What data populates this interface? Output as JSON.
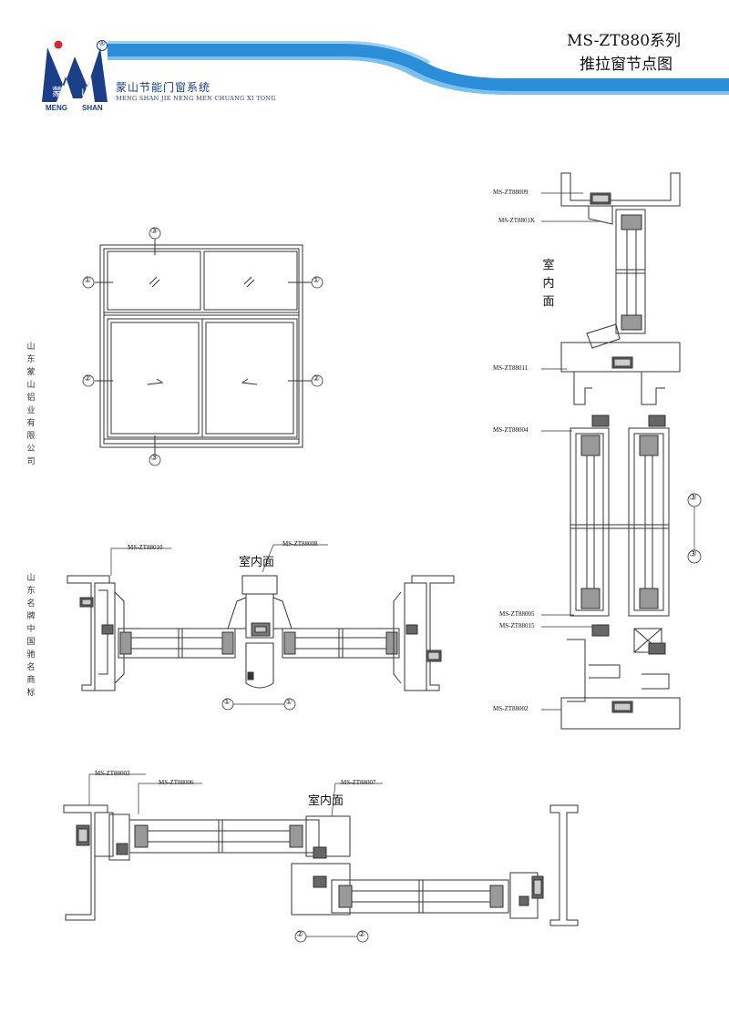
{
  "header": {
    "brand_cn_1": "蒙",
    "brand_cn_2": "山",
    "brand_en_1": "MENG",
    "brand_en_2": "SHAN",
    "registered": "®",
    "company_name": "蒙山节能门窗系统",
    "company_pinyin": "MENG SHAN JIE NENG MEN CHUANG XI TONG",
    "title_line1": "MS-ZT880系列",
    "title_line2": "推拉窗节点图",
    "brand_color": "#1a3f8a",
    "accent_color": "#2a8fd8"
  },
  "side_text": {
    "company": "山东蒙山铝业有限公司",
    "award": "山东名牌  中国驰名商标"
  },
  "elevation": {
    "markers": [
      "③",
      "①",
      "①",
      "②",
      "②",
      "③"
    ]
  },
  "section_1": {
    "indoor": "室内面",
    "labels": [
      "MS-ZT88010",
      "MS-ZT88008"
    ],
    "marker_left": "①",
    "marker_right": "①"
  },
  "section_2": {
    "indoor": "室内面",
    "labels": [
      "MS-ZT88003",
      "MS-ZT88006",
      "MS-ZT88007"
    ],
    "marker_left": "②",
    "marker_right": "②"
  },
  "section_3": {
    "indoor": "室内面",
    "labels": [
      "MS-ZT88009",
      "MS-ZT8801K",
      "MS-ZT88011",
      "MS-ZT88004",
      "MS-ZT88005",
      "MS-ZT88015",
      "MS-ZT88002"
    ],
    "marker_top": "③",
    "marker_bottom": "③"
  }
}
